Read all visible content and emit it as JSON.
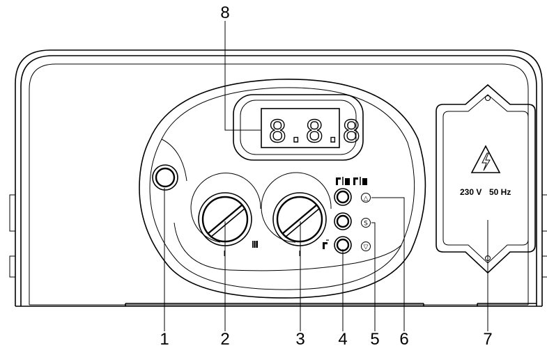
{
  "display": {
    "readout": "8.8.8"
  },
  "rating_plate": {
    "voltage": "230 V",
    "frequency": "50 Hz"
  },
  "buttons": {
    "up_symbol": "△",
    "set_symbol": "S",
    "down_symbol": "▽"
  },
  "callouts": [
    {
      "id": "1"
    },
    {
      "id": "2"
    },
    {
      "id": "3"
    },
    {
      "id": "4"
    },
    {
      "id": "5"
    },
    {
      "id": "6"
    },
    {
      "id": "7"
    },
    {
      "id": "8"
    }
  ]
}
